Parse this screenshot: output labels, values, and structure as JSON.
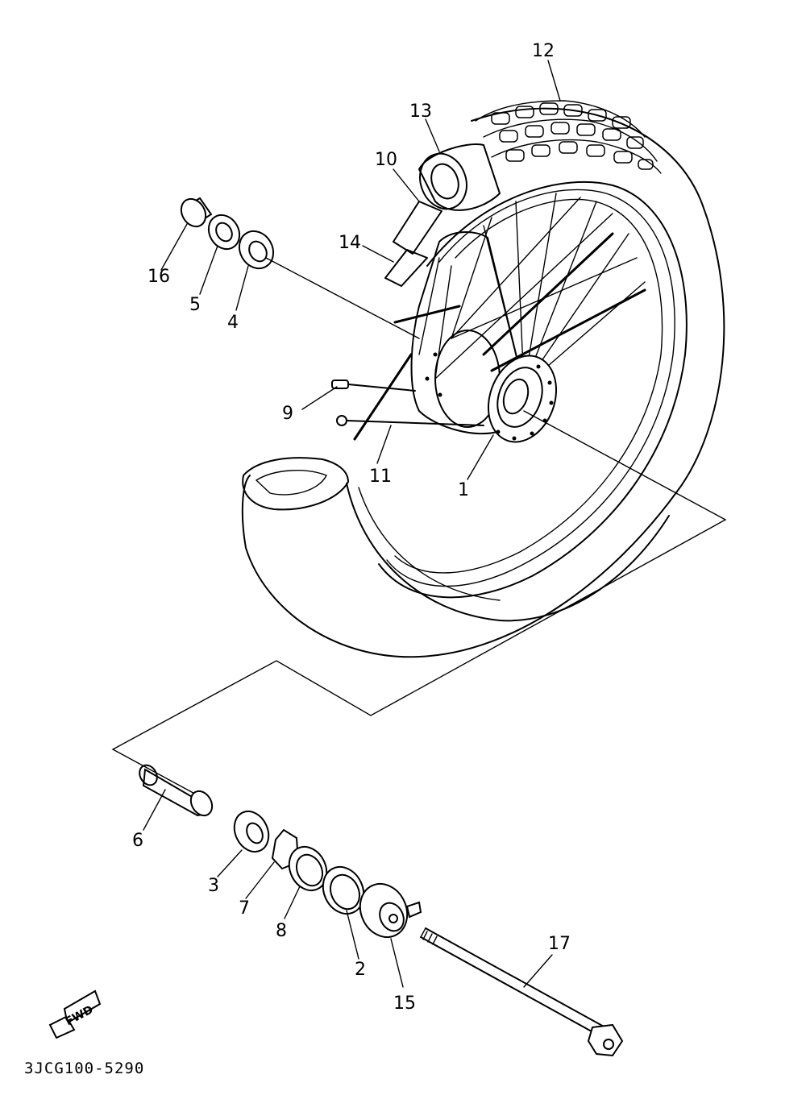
{
  "diagram": {
    "code": "3JCG100-5290",
    "fwd_label": "FWD",
    "parts": [
      {
        "id": "p1",
        "label": "1"
      },
      {
        "id": "p2",
        "label": "2"
      },
      {
        "id": "p3",
        "label": "3"
      },
      {
        "id": "p4",
        "label": "4"
      },
      {
        "id": "p5",
        "label": "5"
      },
      {
        "id": "p6",
        "label": "6"
      },
      {
        "id": "p7",
        "label": "7"
      },
      {
        "id": "p8",
        "label": "8"
      },
      {
        "id": "p9",
        "label": "9"
      },
      {
        "id": "p10",
        "label": "10"
      },
      {
        "id": "p11",
        "label": "11"
      },
      {
        "id": "p12",
        "label": "12"
      },
      {
        "id": "p13",
        "label": "13"
      },
      {
        "id": "p14",
        "label": "14"
      },
      {
        "id": "p15",
        "label": "15"
      },
      {
        "id": "p16",
        "label": "16"
      },
      {
        "id": "p17",
        "label": "17"
      }
    ],
    "colors": {
      "line": "#000000",
      "background": "#ffffff"
    }
  }
}
